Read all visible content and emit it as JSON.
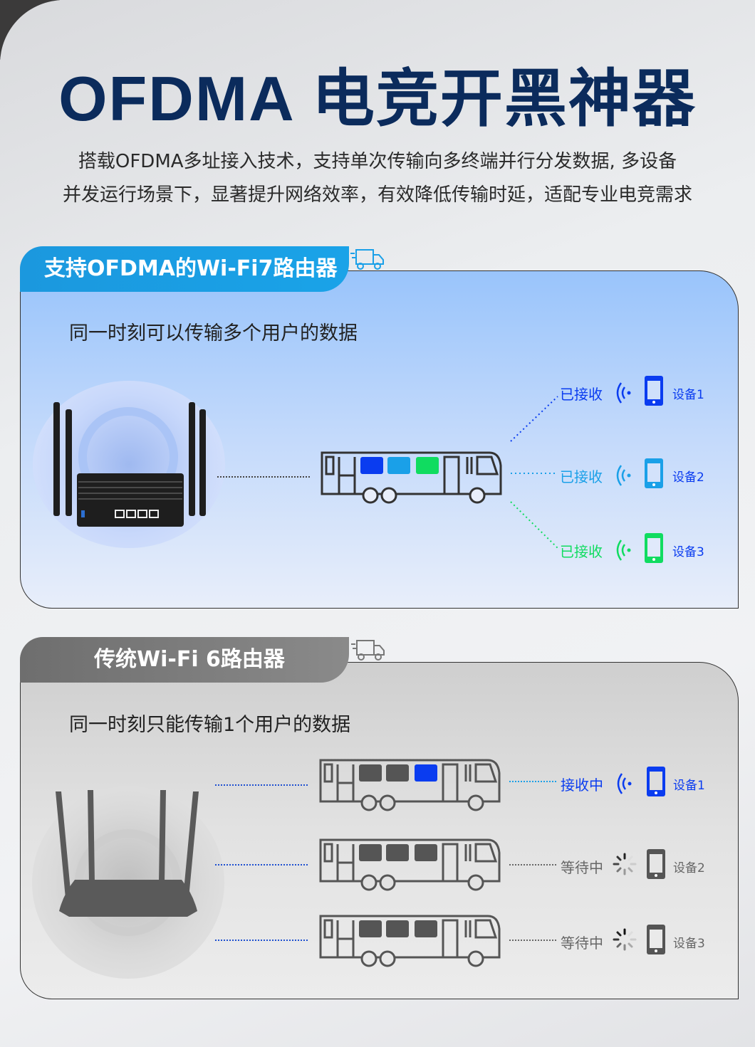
{
  "title": "OFDMA 电竞开黑神器",
  "subtitle": [
    "搭载OFDMA多址接入技术，支持单次传输向多终端并行分发数据, 多设备",
    "并发运行场景下，显著提升网络效率，有效降低传输时延，适配专业电竞需求"
  ],
  "colors": {
    "navy": "#0b2b5c",
    "blue": "#0a3cf0",
    "cyan": "#1aa0e8",
    "green": "#10dc60",
    "gray": "#555555",
    "window_gray": "#555555"
  },
  "ofdma": {
    "tab": "支持OFDMA的Wi-Fi7路由器",
    "caption": "同一时刻可以传输多个用户的数据",
    "bus_windows": [
      "#0a3cf0",
      "#1aa0e8",
      "#10dc60"
    ],
    "devices": [
      {
        "status": "已接收",
        "name": "设备1",
        "color": "#0a3cf0"
      },
      {
        "status": "已接收",
        "name": "设备2",
        "color": "#1aa0e8"
      },
      {
        "status": "已接收",
        "name": "设备3",
        "color": "#10dc60"
      }
    ]
  },
  "legacy": {
    "tab": "传统Wi-Fi 6路由器",
    "caption": "同一时刻只能传输1个用户的数据",
    "buses": [
      [
        "#555555",
        "#555555",
        "#0a3cf0"
      ],
      [
        "#555555",
        "#555555",
        "#555555"
      ],
      [
        "#555555",
        "#555555",
        "#555555"
      ]
    ],
    "devices": [
      {
        "status": "接收中",
        "name": "设备1",
        "color": "#0a3cf0"
      },
      {
        "status": "等待中",
        "name": "设备2",
        "color": "#555555"
      },
      {
        "status": "等待中",
        "name": "设备3",
        "color": "#555555"
      }
    ]
  }
}
